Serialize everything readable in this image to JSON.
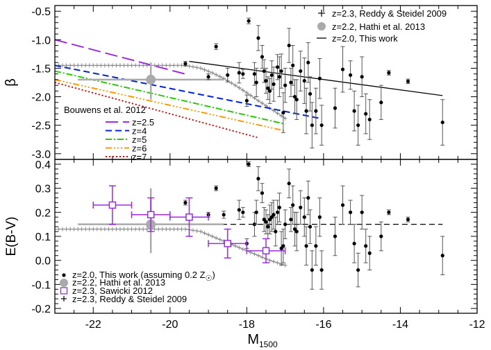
{
  "chart_data": [
    {
      "type": "scatter",
      "panel": "top",
      "ylabel": "β",
      "xlim": [
        -23,
        -12
      ],
      "ylim": [
        -3.1,
        -0.4
      ],
      "yticks": [
        -0.5,
        -1.0,
        -1.5,
        -2.0,
        -2.5,
        -3.0
      ],
      "ytick_labels": [
        "-0.5",
        "-1.0",
        "-1.5",
        "-2.0",
        "-2.5",
        "-3.0"
      ],
      "legend_top_right": [
        {
          "label": "z=2.3, Reddy & Steidel 2009",
          "marker": "plus",
          "color": "#000000"
        },
        {
          "label": "z=2.2, Hathi et al. 2013",
          "marker": "circle",
          "color": "#aaaaaa"
        },
        {
          "label": "z=2.0, This work",
          "marker": "line",
          "color": "#000000"
        }
      ],
      "legend_lower_left_title": "Bouwens et al. 2012",
      "bouwens_lines": [
        {
          "label": "z=2.5",
          "color": "#9a2be2",
          "dash": "18,7",
          "x": [
            -23.0,
            -19.5
          ],
          "y": [
            -1.0,
            -1.62
          ]
        },
        {
          "label": "z=4",
          "color": "#0022dd",
          "dash": "9,5",
          "x": [
            -23.0,
            -16.1
          ],
          "y": [
            -1.45,
            -2.38
          ]
        },
        {
          "label": "z=5",
          "color": "#22cc00",
          "dash": "9,3,2,3",
          "x": [
            -23.0,
            -17.0
          ],
          "y": [
            -1.55,
            -2.48
          ]
        },
        {
          "label": "z=6",
          "color": "#ff9900",
          "dash": "9,3,2,3,2,3,2,3",
          "x": [
            -23.0,
            -17.0
          ],
          "y": [
            -1.7,
            -2.6
          ]
        },
        {
          "label": "z=7",
          "color": "#dd0000",
          "dash": "2,3",
          "x": [
            -23.0,
            -17.7
          ],
          "y": [
            -1.75,
            -2.72
          ]
        }
      ],
      "this_work_fit": {
        "x": [
          -19.5,
          -12.9
        ],
        "y": [
          -1.38,
          -1.98
        ]
      },
      "reddy_steidel_curve": {
        "x": [
          -23.0,
          -19.6,
          -19.2,
          -18.9,
          -18.6,
          -18.3,
          -18.0,
          -17.7,
          -17.4,
          -17.0
        ],
        "y": [
          -1.45,
          -1.45,
          -1.5,
          -1.58,
          -1.68,
          -1.8,
          -1.93,
          -2.07,
          -2.2,
          -2.38
        ]
      },
      "hathi_point": {
        "x": -20.5,
        "y": -1.7,
        "xerr": 1.9,
        "yerr_low": 0.35,
        "yerr_high": 0.3
      },
      "points": [
        {
          "x": -19.6,
          "y": -1.42,
          "e": 0.04
        },
        {
          "x": -19.0,
          "y": -1.65,
          "e": 0.05
        },
        {
          "x": -18.8,
          "y": -1.12,
          "e": 0.05
        },
        {
          "x": -18.5,
          "y": -1.62,
          "e": 0.12
        },
        {
          "x": -18.2,
          "y": -1.58,
          "e": 0.18
        },
        {
          "x": -18.1,
          "y": -1.6,
          "e": 0.08
        },
        {
          "x": -18.0,
          "y": -2.07,
          "e": 0.1
        },
        {
          "x": -17.95,
          "y": -0.67,
          "e": 0.05
        },
        {
          "x": -17.8,
          "y": -1.6,
          "e": 0.2
        },
        {
          "x": -17.75,
          "y": -1.75,
          "e": 0.25
        },
        {
          "x": -17.7,
          "y": -0.97,
          "e": 0.22
        },
        {
          "x": -17.6,
          "y": -1.3,
          "e": 0.2
        },
        {
          "x": -17.55,
          "y": -1.55,
          "e": 0.2
        },
        {
          "x": -17.5,
          "y": -1.72,
          "e": 0.22
        },
        {
          "x": -17.45,
          "y": -1.85,
          "e": 0.2
        },
        {
          "x": -17.4,
          "y": -1.9,
          "e": 0.22
        },
        {
          "x": -17.35,
          "y": -1.62,
          "e": 0.25
        },
        {
          "x": -17.3,
          "y": -1.78,
          "e": 0.3
        },
        {
          "x": -17.2,
          "y": -1.48,
          "e": 0.22
        },
        {
          "x": -17.15,
          "y": -1.65,
          "e": 0.35
        },
        {
          "x": -17.1,
          "y": -1.55,
          "e": 0.3
        },
        {
          "x": -17.05,
          "y": -2.28,
          "e": 0.35
        },
        {
          "x": -17.0,
          "y": -1.8,
          "e": 0.3
        },
        {
          "x": -16.9,
          "y": -1.1,
          "e": 0.3
        },
        {
          "x": -16.85,
          "y": -1.75,
          "e": 0.25
        },
        {
          "x": -16.8,
          "y": -1.45,
          "e": 0.35
        },
        {
          "x": -16.75,
          "y": -2.0,
          "e": 0.3
        },
        {
          "x": -16.7,
          "y": -2.05,
          "e": 0.35
        },
        {
          "x": -16.6,
          "y": -1.55,
          "e": 0.35
        },
        {
          "x": -16.5,
          "y": -1.72,
          "e": 0.4
        },
        {
          "x": -16.45,
          "y": -2.25,
          "e": 0.4
        },
        {
          "x": -16.4,
          "y": -1.4,
          "e": 0.35
        },
        {
          "x": -16.35,
          "y": -1.95,
          "e": 0.3
        },
        {
          "x": -16.3,
          "y": -2.5,
          "e": 0.4
        },
        {
          "x": -16.2,
          "y": -2.25,
          "e": 0.4
        },
        {
          "x": -16.1,
          "y": -1.68,
          "e": 0.35
        },
        {
          "x": -16.05,
          "y": -2.5,
          "e": 0.35
        },
        {
          "x": -15.7,
          "y": -2.2,
          "e": 0.35
        },
        {
          "x": -15.5,
          "y": -1.52,
          "e": 0.4
        },
        {
          "x": -15.3,
          "y": -1.62,
          "e": 0.25
        },
        {
          "x": -15.2,
          "y": -2.25,
          "e": 0.35
        },
        {
          "x": -15.1,
          "y": -2.5,
          "e": 0.35
        },
        {
          "x": -15.0,
          "y": -1.65,
          "e": 0.35
        },
        {
          "x": -14.9,
          "y": -2.3,
          "e": 0.35
        },
        {
          "x": -14.8,
          "y": -2.4,
          "e": 0.35
        },
        {
          "x": -14.5,
          "y": -2.1,
          "e": 0.3
        },
        {
          "x": -14.3,
          "y": -1.58,
          "e": 0.04
        },
        {
          "x": -13.8,
          "y": -1.73,
          "e": 0.04
        },
        {
          "x": -12.9,
          "y": -2.45,
          "e": 0.4
        }
      ]
    },
    {
      "type": "scatter",
      "panel": "bottom",
      "ylabel": "E(B-V)",
      "xlabel": "M",
      "xlabel_sub": "1500",
      "xlim": [
        -23,
        -12
      ],
      "ylim": [
        -0.22,
        0.42
      ],
      "xticks": [
        -22,
        -20,
        -18,
        -16,
        -14,
        -12
      ],
      "xtick_labels": [
        "-22",
        "-20",
        "-18",
        "-16",
        "-14",
        "-12"
      ],
      "yticks": [
        0.4,
        0.3,
        0.2,
        0.1,
        0.0,
        -0.1,
        -0.2
      ],
      "ytick_labels": [
        "0.4",
        "0.3",
        "0.2",
        "0.1",
        "0.0",
        "-0.1",
        "-0.2"
      ],
      "legend": [
        {
          "label": "z=2.0, This work (assuming 0.2 Z",
          "label_tail": ")",
          "marker": "dot",
          "color": "#000000"
        },
        {
          "label": "z=2.2, Hathi et al. 2013",
          "marker": "circle",
          "color": "#aaaaaa"
        },
        {
          "label": "z=2.3, Sawicki 2012",
          "marker": "square",
          "color": "#9a2be2"
        },
        {
          "label": "z=2.3, Reddy & Steidel 2009",
          "marker": "plus",
          "color": "#000000"
        }
      ],
      "this_work_dashed": {
        "x": [
          -19.6,
          -12.9
        ],
        "y": [
          0.15,
          0.15
        ]
      },
      "reddy_steidel_curve": {
        "x": [
          -23.0,
          -19.6,
          -19.2,
          -18.9,
          -18.6,
          -18.3,
          -18.0,
          -17.7,
          -17.4,
          -17.2,
          -17.0
        ],
        "y": [
          0.13,
          0.13,
          0.12,
          0.1,
          0.08,
          0.06,
          0.04,
          0.02,
          0.0,
          -0.01,
          -0.02
        ]
      },
      "hathi_point": {
        "x": -20.5,
        "y": 0.15,
        "xerr": 1.9,
        "yerr_low": 0.12,
        "yerr_high": 0.15
      },
      "sawicki_points": [
        {
          "x": -21.5,
          "y": 0.23,
          "xerr": 0.5,
          "yerr": 0.08
        },
        {
          "x": -20.5,
          "y": 0.19,
          "xerr": 0.5,
          "yerr": 0.07
        },
        {
          "x": -19.5,
          "y": 0.18,
          "xerr": 0.5,
          "yerr": 0.08
        },
        {
          "x": -18.5,
          "y": 0.07,
          "xerr": 0.5,
          "yerr": 0.06
        },
        {
          "x": -17.5,
          "y": 0.04,
          "xerr": 0.5,
          "yerr": 0.05
        }
      ],
      "points": [
        {
          "x": -19.6,
          "y": 0.24,
          "e": 0.01
        },
        {
          "x": -19.0,
          "y": 0.19,
          "e": 0.01
        },
        {
          "x": -18.8,
          "y": 0.3,
          "e": 0.01
        },
        {
          "x": -18.6,
          "y": 0.19,
          "e": 0.015
        },
        {
          "x": -18.2,
          "y": 0.21,
          "e": 0.04
        },
        {
          "x": -18.1,
          "y": 0.2,
          "e": 0.02
        },
        {
          "x": -18.0,
          "y": 0.07,
          "e": 0.02
        },
        {
          "x": -17.95,
          "y": 0.4,
          "e": 0.01
        },
        {
          "x": -17.8,
          "y": 0.15,
          "e": 0.05
        },
        {
          "x": -17.75,
          "y": 0.2,
          "e": 0.05
        },
        {
          "x": -17.7,
          "y": 0.34,
          "e": 0.05
        },
        {
          "x": -17.6,
          "y": 0.28,
          "e": 0.04
        },
        {
          "x": -17.55,
          "y": 0.17,
          "e": 0.05
        },
        {
          "x": -17.5,
          "y": 0.16,
          "e": 0.05
        },
        {
          "x": -17.45,
          "y": 0.14,
          "e": 0.05
        },
        {
          "x": -17.4,
          "y": 0.17,
          "e": 0.06
        },
        {
          "x": -17.35,
          "y": 0.18,
          "e": 0.06
        },
        {
          "x": -17.3,
          "y": 0.19,
          "e": 0.06
        },
        {
          "x": -17.25,
          "y": 0.12,
          "e": 0.06
        },
        {
          "x": -17.2,
          "y": 0.2,
          "e": 0.05
        },
        {
          "x": -17.15,
          "y": 0.22,
          "e": 0.06
        },
        {
          "x": -17.1,
          "y": 0.05,
          "e": 0.07
        },
        {
          "x": -17.05,
          "y": 0.06,
          "e": 0.07
        },
        {
          "x": -17.0,
          "y": 0.15,
          "e": 0.06
        },
        {
          "x": -16.9,
          "y": 0.32,
          "e": 0.06
        },
        {
          "x": -16.85,
          "y": 0.17,
          "e": 0.05
        },
        {
          "x": -16.8,
          "y": 0.23,
          "e": 0.08
        },
        {
          "x": -16.75,
          "y": 0.13,
          "e": 0.07
        },
        {
          "x": -16.7,
          "y": 0.12,
          "e": 0.08
        },
        {
          "x": -16.6,
          "y": 0.22,
          "e": 0.07
        },
        {
          "x": -16.5,
          "y": 0.18,
          "e": 0.08
        },
        {
          "x": -16.45,
          "y": 0.06,
          "e": 0.08
        },
        {
          "x": -16.4,
          "y": 0.26,
          "e": 0.07
        },
        {
          "x": -16.35,
          "y": 0.14,
          "e": 0.07
        },
        {
          "x": -16.3,
          "y": -0.04,
          "e": 0.08
        },
        {
          "x": -16.2,
          "y": 0.06,
          "e": 0.08
        },
        {
          "x": -16.1,
          "y": 0.18,
          "e": 0.08
        },
        {
          "x": -16.05,
          "y": -0.04,
          "e": 0.08
        },
        {
          "x": -15.7,
          "y": 0.1,
          "e": 0.08
        },
        {
          "x": -15.5,
          "y": 0.23,
          "e": 0.08
        },
        {
          "x": -15.3,
          "y": 0.2,
          "e": 0.05
        },
        {
          "x": -15.2,
          "y": 0.07,
          "e": 0.08
        },
        {
          "x": -15.1,
          "y": -0.04,
          "e": 0.07
        },
        {
          "x": -15.0,
          "y": 0.2,
          "e": 0.07
        },
        {
          "x": -14.9,
          "y": 0.06,
          "e": 0.07
        },
        {
          "x": -14.8,
          "y": 0.03,
          "e": 0.07
        },
        {
          "x": -14.5,
          "y": 0.1,
          "e": 0.06
        },
        {
          "x": -14.3,
          "y": 0.2,
          "e": 0.01
        },
        {
          "x": -13.8,
          "y": 0.17,
          "e": 0.01
        },
        {
          "x": -12.9,
          "y": 0.02,
          "e": 0.08
        }
      ]
    }
  ]
}
